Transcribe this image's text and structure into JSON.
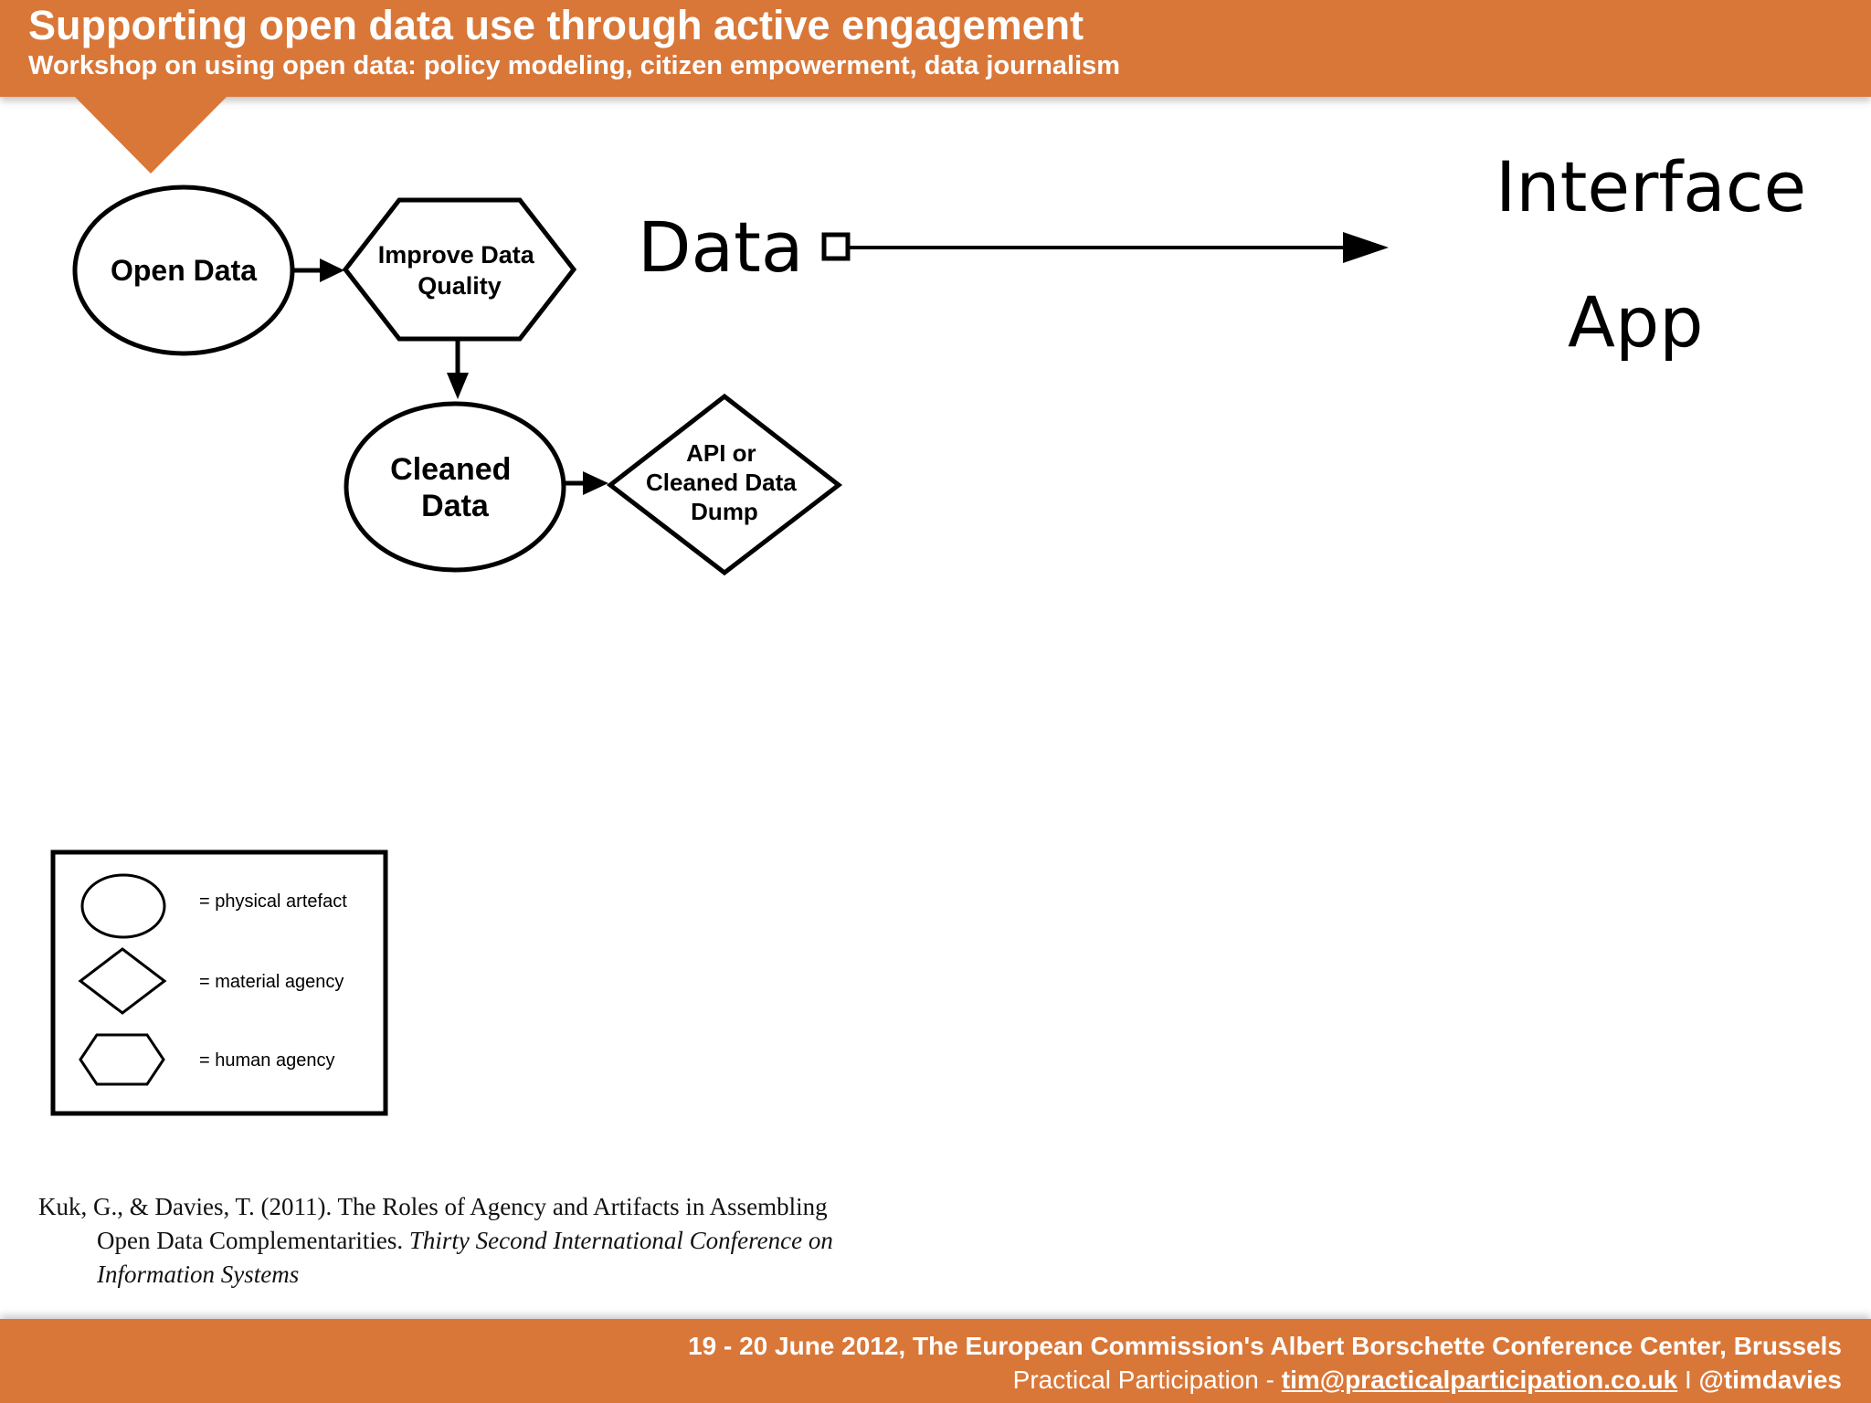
{
  "header": {
    "title": "Supporting open data use through active engagement",
    "subtitle": "Workshop on using open data: policy modeling, citizen empowerment, data journalism",
    "color": "#d97738"
  },
  "diagram": {
    "nodes": {
      "open_data": {
        "label": "Open Data",
        "shape": "ellipse"
      },
      "improve_quality": {
        "label_lines": [
          "Improve Data",
          "Quality"
        ],
        "shape": "hexagon"
      },
      "cleaned_data": {
        "label_lines": [
          "Cleaned",
          "Data"
        ],
        "shape": "ellipse"
      },
      "api_dump": {
        "label_lines": [
          "API or",
          "Cleaned Data",
          "Dump"
        ],
        "shape": "diamond"
      }
    },
    "data_label": "Data",
    "interface_label": "Interface",
    "app_label": "App"
  },
  "legend": {
    "items": [
      {
        "shape": "ellipse",
        "label": "= physical artefact"
      },
      {
        "shape": "diamond",
        "label": "= material agency"
      },
      {
        "shape": "hexagon",
        "label": "= human agency"
      }
    ]
  },
  "citation": {
    "line1": "Kuk, G., & Davies, T. (2011). The Roles of Agency and Artifacts in Assembling",
    "line2_plain": "Open Data Complementarities. ",
    "line2_italic": "Thirty Second International Conference on",
    "line3_italic": "Information Systems"
  },
  "footer": {
    "line1": "19 - 20 June 2012, The European Commission's Albert Borschette Conference Center, Brussels",
    "org": "Practical Participation - ",
    "email": "tim@practicalparticipation.co.uk",
    "separator": " I ",
    "handle": "@timdavies"
  }
}
